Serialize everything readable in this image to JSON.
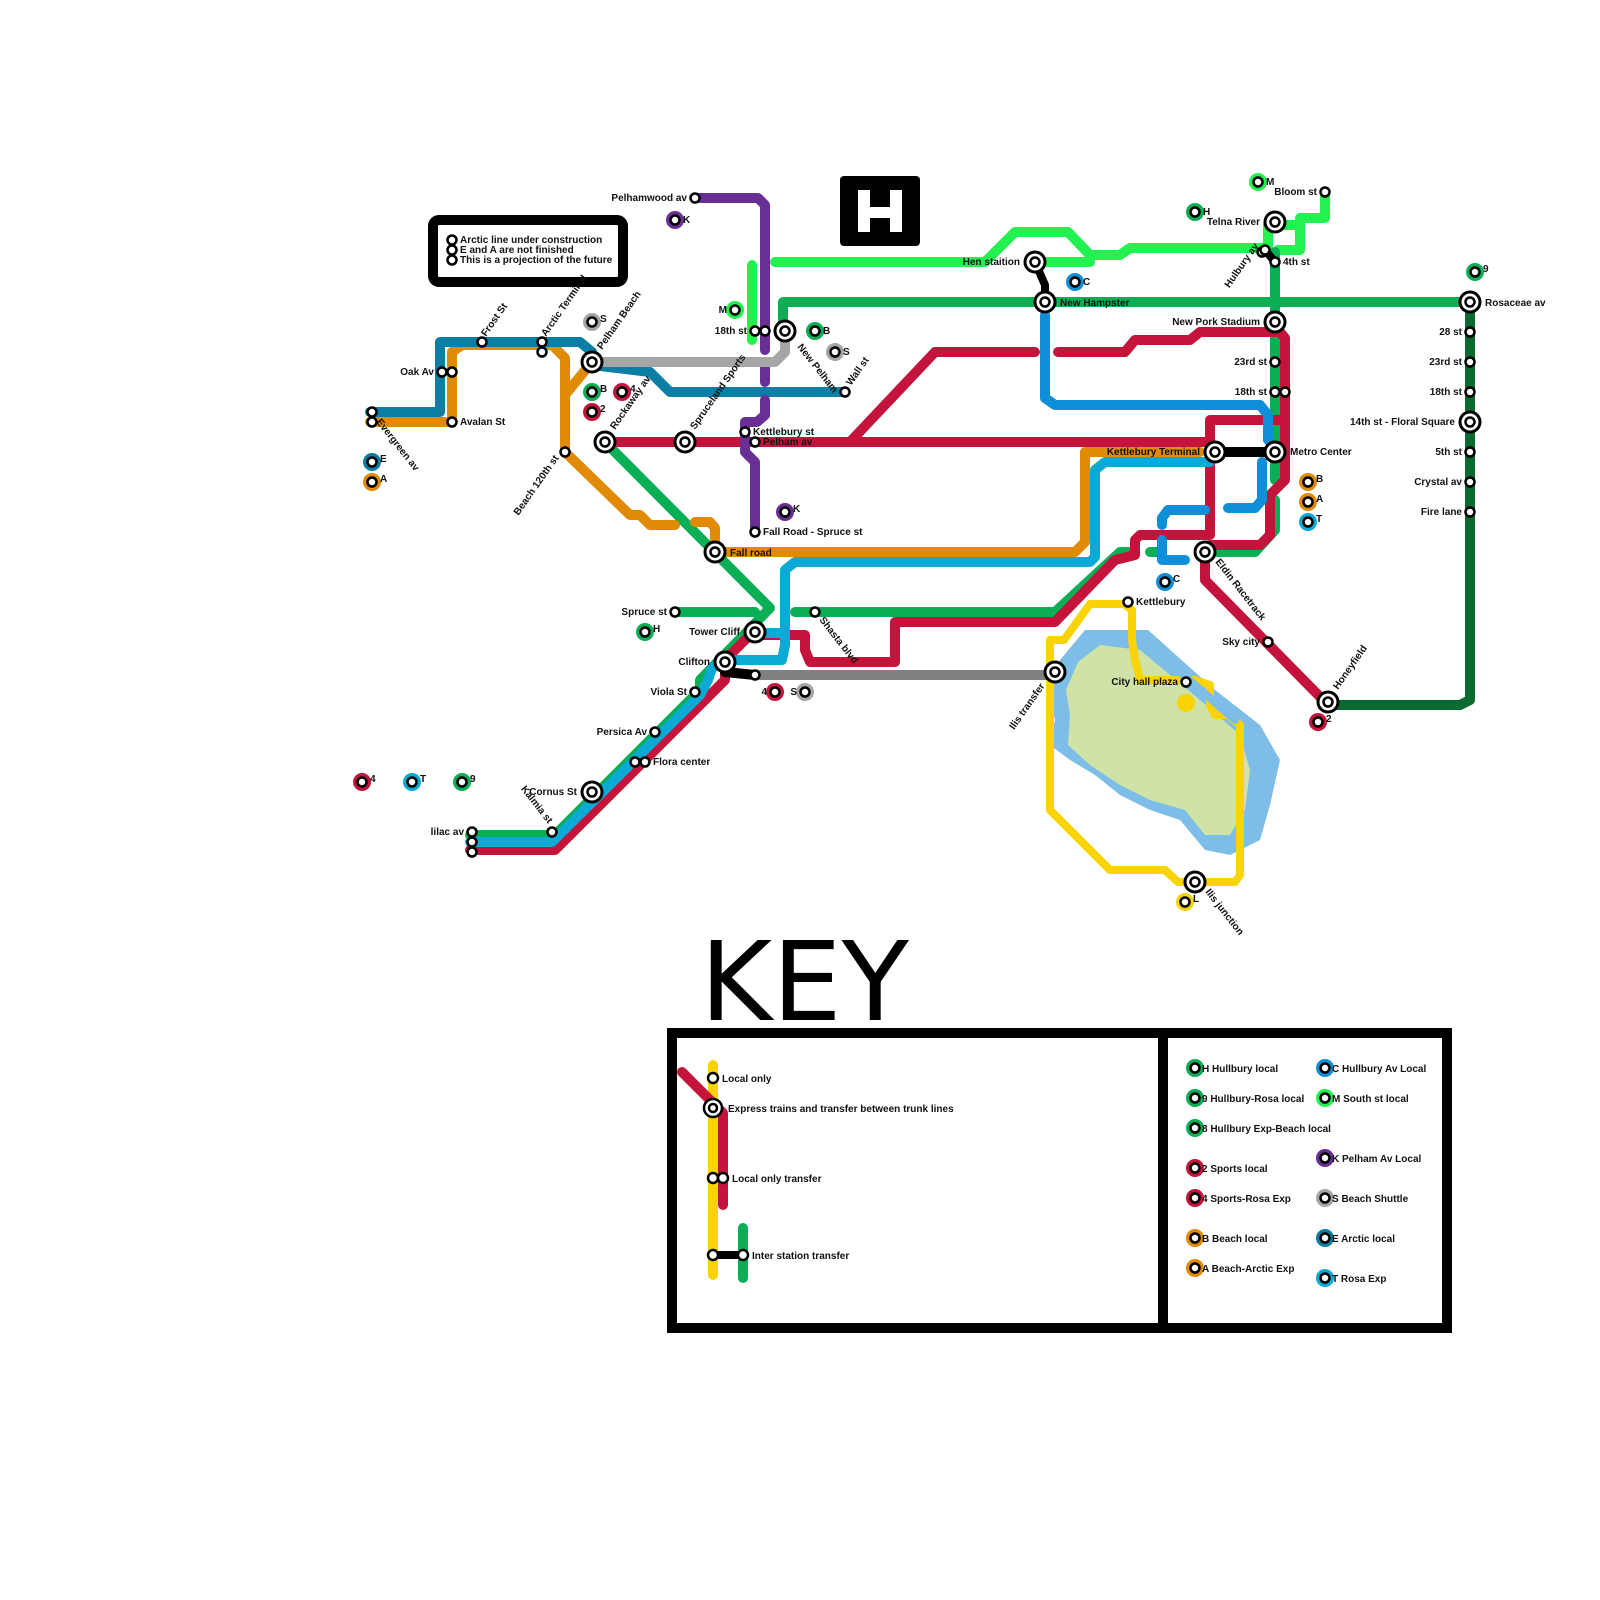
{
  "logo": {
    "letter": "H"
  },
  "notice": {
    "lines": [
      "Arctic line under construction",
      "E and A are not finished",
      "This is a projection of the future"
    ]
  },
  "colors": {
    "hullbury": "#0aae54",
    "south": "#22f14f",
    "sports": "#c4143c",
    "beach": "#e08a05",
    "arctic": "#0a7ea4",
    "rosa": "#0aaad5",
    "pelham": "#6a2f95",
    "shuttle": "#a6a6a6",
    "ilis_gray": "#808080",
    "ilis_yellow": "#f9d306",
    "blue": "#0f8fd8",
    "darkgreen": "#0a6a30",
    "lake": "#7ebde8",
    "park": "#cfe3a6"
  },
  "stations": {
    "pelhamwood": "Pelhamwood av",
    "k1": "K",
    "m1": "M",
    "st18a": "18th st",
    "new_pelham": "New Pelham",
    "b1": "B",
    "s1": "S",
    "wall": "Wall st",
    "hen": "Hen staition",
    "c1": "C",
    "new_hampster": "New Hampster",
    "h1": "H",
    "telna": "Telna River",
    "m2": "M",
    "bloom": "Bloom st",
    "hulbury": "Hulbury av",
    "st4": "4th st",
    "n9a": "9",
    "rosaceae": "Rosaceae av",
    "oak": "Oak Av",
    "frost": "Frost St",
    "arctic_term": "Arctic Terminal",
    "s2": "S",
    "pelham_beach": "Pelham Beach",
    "evergreen": "Evergreen av",
    "avalan": "Avalan St",
    "e1": "E",
    "a1": "A",
    "b2": "B",
    "n4a": "4",
    "n2a": "2",
    "rockaway": "Rockaway av",
    "spruceland": "Spruceland Sports",
    "kettlebury_st": "Kettlebury st",
    "pelham_av": "Pelham av",
    "beach120": "Beach 120th st",
    "new_pork": "New Pork Stadium",
    "st23a": "23rd st",
    "st18b": "18th st",
    "kettlebury_term": "Kettlebury Terminal",
    "metro_center": "Metro Center",
    "st28": "28 st",
    "st23b": "23rd st",
    "st18c": "18th st",
    "floral": "14th st - Floral Square",
    "st5": "5th st",
    "crystal": "Crystal av",
    "fire": "Fire lane",
    "b3": "B",
    "a2": "A",
    "t1": "T",
    "k2": "K",
    "fall_spruce": "Fall Road - Spruce st",
    "fall_road": "Fall road",
    "eldin": "Eldin Racetrack",
    "c2": "C",
    "kettlebury": "Kettlebury",
    "spruce": "Spruce st",
    "h2": "H",
    "tower": "Tower Cliff",
    "shasta": "Shasta blvd",
    "sky": "Sky city",
    "clifton": "Clifton",
    "city_hall": "City hall plaza",
    "ilis_transfer": "Ilis transfer",
    "n4b": "4",
    "s3": "S",
    "honeyfield": "Honeyfield",
    "n2b": "2",
    "viola": "Viola St",
    "persica": "Persica Av",
    "flora": "Flora center",
    "n4c": "4",
    "t2": "T",
    "n9b": "9",
    "cornus": "Cornus St",
    "kalmia": "Kalmia st",
    "lilac": "lilac av",
    "ilis_junction": "Ilis junction",
    "l1": "L"
  },
  "key": {
    "title": "KEY",
    "local_only": "Local only",
    "express": "Express trains and transfer between trunk lines",
    "local_transfer": "Local only transfer",
    "inter_station": "Inter station transfer",
    "routes": [
      {
        "code": "H",
        "name": "Hullbury local",
        "color": "#0aae54"
      },
      {
        "code": "9",
        "name": "Hullbury-Rosa local",
        "color": "#0aae54"
      },
      {
        "code": "8",
        "name": "Hullbury Exp-Beach local",
        "color": "#0aae54"
      },
      {
        "code": "2",
        "name": "Sports local",
        "color": "#c4143c"
      },
      {
        "code": "4",
        "name": "Sports-Rosa Exp",
        "color": "#c4143c"
      },
      {
        "code": "B",
        "name": "Beach local",
        "color": "#e08a05"
      },
      {
        "code": "A",
        "name": "Beach-Arctic Exp",
        "color": "#e08a05"
      },
      {
        "code": "C",
        "name": "Hullbury Av Local",
        "color": "#0f8fd8"
      },
      {
        "code": "M",
        "name": "South st local",
        "color": "#22f14f"
      },
      {
        "code": "K",
        "name": "Pelham Av Local",
        "color": "#6a2f95"
      },
      {
        "code": "S",
        "name": "Beach Shuttle",
        "color": "#a6a6a6"
      },
      {
        "code": "E",
        "name": "Arctic local",
        "color": "#0a7ea4"
      },
      {
        "code": "T",
        "name": "Rosa Exp",
        "color": "#0aaad5"
      }
    ]
  }
}
